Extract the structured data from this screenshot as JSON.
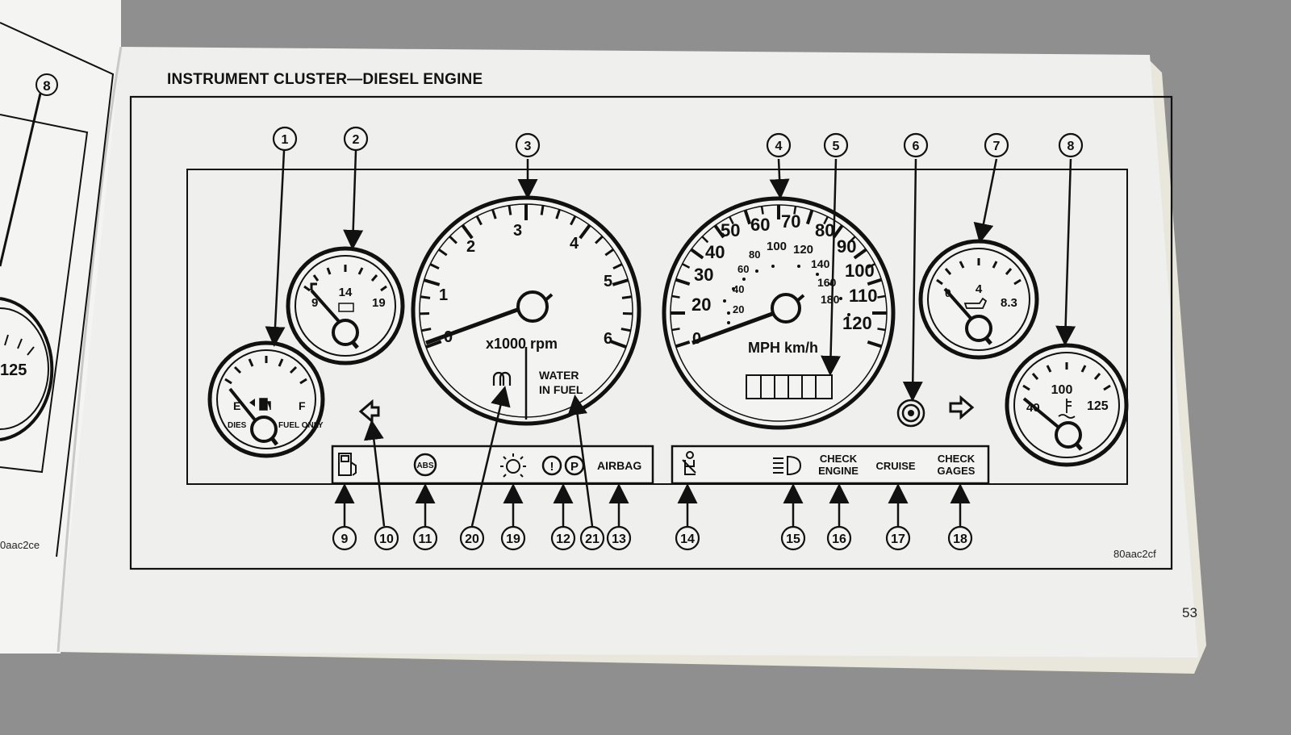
{
  "page": {
    "title": "INSTRUMENT CLUSTER—DIESEL ENGINE",
    "figure_code": "80aac2cf",
    "left_page_code": "0aac2ce",
    "left_page_callout": "8",
    "left_page_gauge_value": "125",
    "page_number": "53"
  },
  "gauges": {
    "fuel": {
      "e": "E",
      "f": "F",
      "left": "DIES",
      "right": "FUEL ONLY"
    },
    "voltmeter": {
      "low": "9",
      "mid": "14",
      "high": "19"
    },
    "tachometer": {
      "ticks": [
        "0",
        "1",
        "2",
        "3",
        "4",
        "5",
        "6"
      ],
      "units": "x1000 rpm",
      "water_line1": "WATER",
      "water_line2": "IN FUEL"
    },
    "speedometer": {
      "mph": [
        "0",
        "20",
        "30",
        "40",
        "50",
        "60",
        "70",
        "80",
        "90",
        "100",
        "110",
        "120"
      ],
      "kmh": [
        "20",
        "40",
        "60",
        "80",
        "100",
        "120",
        "140",
        "160",
        "180"
      ],
      "units": "MPH km/h"
    },
    "oil": {
      "low": "0",
      "mid": "4",
      "high": "8.3"
    },
    "temp": {
      "low": "40",
      "mid": "100",
      "high": "125"
    }
  },
  "indicators": {
    "abs": "ABS",
    "airbag": "AIRBAG",
    "brake_p": "P",
    "brake_ex": "!",
    "check_engine_1": "CHECK",
    "check_engine_2": "ENGINE",
    "cruise": "CRUISE",
    "check_gages_1": "CHECK",
    "check_gages_2": "GAGES"
  },
  "callouts": [
    "1",
    "2",
    "3",
    "4",
    "5",
    "6",
    "7",
    "8",
    "9",
    "10",
    "11",
    "12",
    "13",
    "14",
    "15",
    "16",
    "17",
    "18",
    "19",
    "20",
    "21"
  ],
  "colors": {
    "ink": "#111111",
    "paper": "#f1f1ef",
    "background": "#8f8f8f"
  }
}
